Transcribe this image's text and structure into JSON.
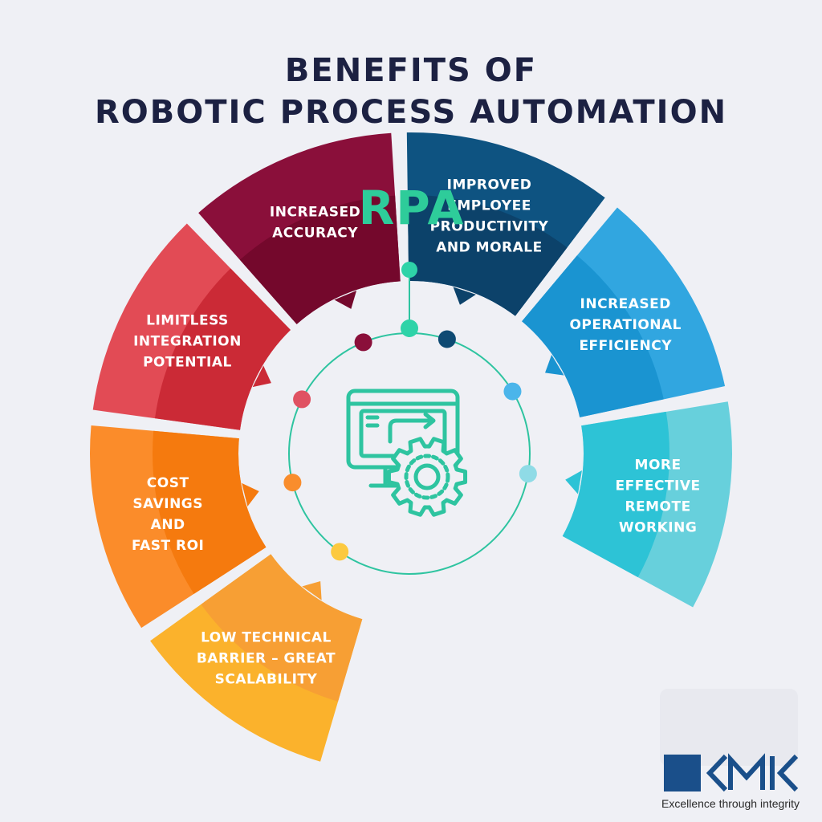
{
  "title": {
    "line1": "BENEFITS OF",
    "line2": "ROBOTIC PROCESS AUTOMATION"
  },
  "center": {
    "label": "RPA",
    "icon": "computer-gear-icon",
    "accent": "#2ecc9a"
  },
  "segments": [
    {
      "name": "low-technical-barrier",
      "lines": [
        "LOW TECHNICAL",
        "BARRIER – GREAT",
        "SCALABILITY"
      ],
      "color": "#fbb22c",
      "inner": "#f79f34",
      "dot": "#fcc93f"
    },
    {
      "name": "cost-savings",
      "lines": [
        "COST",
        "SAVINGS",
        "AND",
        "FAST ROI"
      ],
      "color": "#fb8c2a",
      "inner": "#f57a0e",
      "dot": "#f98d2c"
    },
    {
      "name": "limitless-integration",
      "lines": [
        "LIMITLESS",
        "INTEGRATION",
        "POTENTIAL"
      ],
      "color": "#e24b55",
      "inner": "#cb2a36",
      "dot": "#e05262"
    },
    {
      "name": "increased-accuracy",
      "lines": [
        "INCREASED",
        "ACCURACY"
      ],
      "color": "#8a0f3a",
      "inner": "#74082c",
      "dot": "#8a0f3a"
    },
    {
      "name": "improved-employee-productivity",
      "lines": [
        "IMPROVED",
        "EMPLOYEE",
        "PRODUCTIVITY",
        "AND MORALE"
      ],
      "color": "#0e5381",
      "inner": "#0c426a",
      "dot": "#0e4a73"
    },
    {
      "name": "increased-operational-efficiency",
      "lines": [
        "INCREASED",
        "OPERATIONAL",
        "EFFICIENCY"
      ],
      "color": "#31a6e0",
      "inner": "#1a94d1",
      "dot": "#4bb5ea"
    },
    {
      "name": "more-effective-remote-working",
      "lines": [
        "MORE",
        "EFFECTIVE",
        "REMOTE",
        "WORKING"
      ],
      "color": "#67d0dc",
      "inner": "#2dc3d6",
      "dot": "#8fdbe6"
    }
  ],
  "logo": {
    "letters": "KMK",
    "tagline": "Excellence through integrity",
    "square_color": "#1a4f8a"
  }
}
